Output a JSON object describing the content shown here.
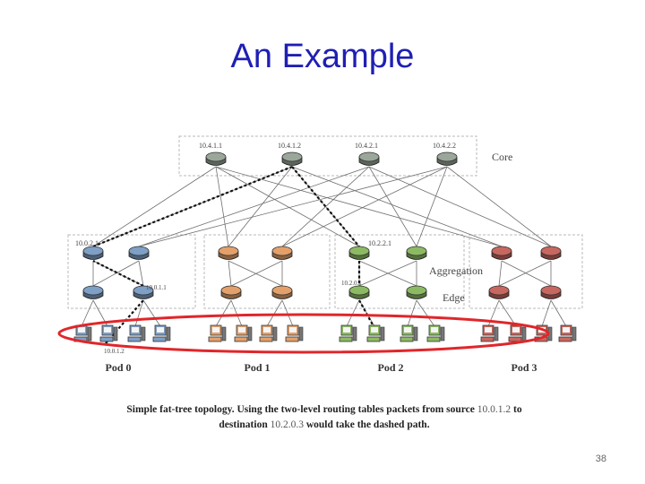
{
  "slide": {
    "title": "An Example",
    "page_number": "38"
  },
  "diagram": {
    "core": {
      "label": "Core",
      "switches": [
        "10.4.1.1",
        "10.4.1.2",
        "10.4.2.1",
        "10.4.2.2"
      ]
    },
    "layer_labels": {
      "aggregation": "Aggregation",
      "edge": "Edge"
    },
    "switch_labels": {
      "pod0_agg": "10.0.2.1",
      "pod0_edge": "10.0.1.1",
      "pod0_host": "10.0.1.2",
      "pod2_agg": "10.2.2.1",
      "pod2_edge": "10.2.0.1"
    },
    "pods": [
      "Pod 0",
      "Pod 1",
      "Pod 2",
      "Pod 3"
    ],
    "pod_colors": [
      "#7e9fc6",
      "#e3a06a",
      "#8cba63",
      "#c8675f"
    ],
    "highlight_color": "#e0262a"
  },
  "caption": {
    "p1": "Simple fat-tree topology. Using the two-level routing tables packets from source",
    "src": "10.0.1.2",
    "p2": "to",
    "p3": "destination",
    "dst": "10.2.0.3",
    "p4": "would take the dashed path."
  }
}
